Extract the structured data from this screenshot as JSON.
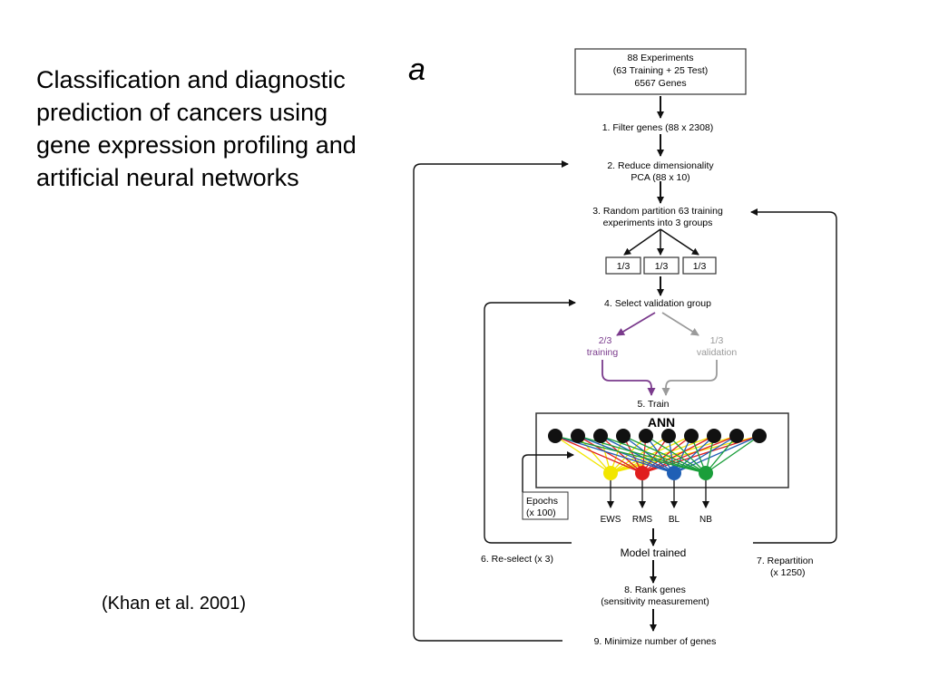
{
  "slide": {
    "title": "Classification and diagnostic prediction of cancers using gene expression profiling and artificial neural networks",
    "citation": "(Khan et al. 2001)"
  },
  "diagram": {
    "panel_label": "a",
    "experiments_box": [
      "88 Experiments",
      "(63 Training + 25 Test)",
      "6567 Genes"
    ],
    "step1": "1. Filter genes (88 x 2308)",
    "step2": [
      "2. Reduce dimensionality",
      "PCA (88 x 10)"
    ],
    "step3": [
      "3. Random partition 63 training",
      "experiments into 3 groups"
    ],
    "thirds": [
      "1/3",
      "1/3",
      "1/3"
    ],
    "step4": "4. Select validation group",
    "training_split": [
      "2/3",
      "training"
    ],
    "validation_split": [
      "1/3",
      "validation"
    ],
    "step5": "5. Train",
    "ann_label": "ANN",
    "epochs": [
      "Epochs",
      "(x 100)"
    ],
    "outputs": [
      "EWS",
      "RMS",
      "BL",
      "NB"
    ],
    "model_trained": "Model trained",
    "step6": "6. Re-select (x 3)",
    "step7": [
      "7. Repartition",
      "(x 1250)"
    ],
    "step8": [
      "8. Rank genes",
      "(sensitivity measurement)"
    ],
    "step9": "9.  Minimize number of genes",
    "colors": {
      "training": "#7a3a8c",
      "validation": "#9a9a9a",
      "node_yellow": "#f2e600",
      "node_red": "#e01e1e",
      "node_blue": "#1f5fb5",
      "node_green": "#1a9e3a",
      "input_nodes": "#111111"
    }
  }
}
